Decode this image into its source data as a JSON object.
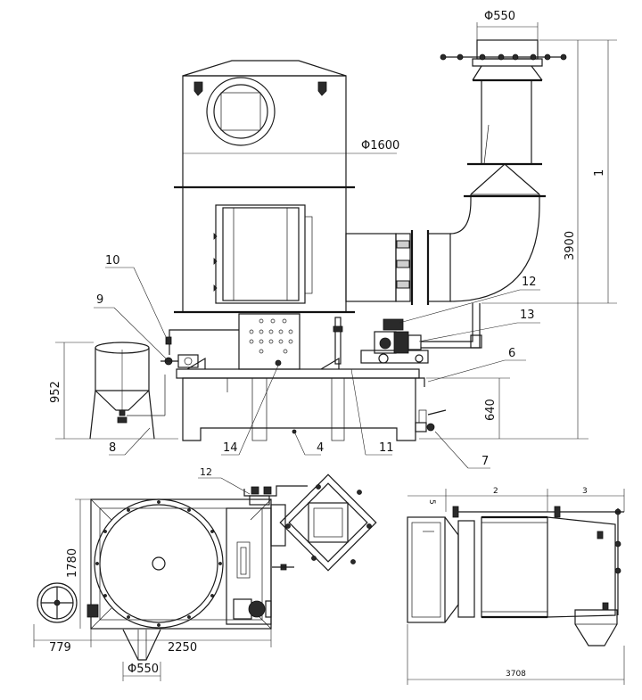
{
  "front_view": {
    "dims": {
      "duct_dia": "Φ550",
      "tower_dia": "Φ1600",
      "height_total": "3900",
      "height_tank": "640",
      "height_dosing": "952",
      "dim_1": "1"
    },
    "callouts": [
      "10",
      "9",
      "8",
      "14",
      "4",
      "11",
      "7",
      "6",
      "13",
      "12"
    ]
  },
  "plan_view": {
    "dims": {
      "length": "2250",
      "width": "1780",
      "offset": "779",
      "outlet_dia": "Φ550"
    },
    "callouts": [
      "12"
    ]
  },
  "side_view": {
    "dims": {
      "length_total": "3708",
      "seg_2": "2",
      "seg_3": "3",
      "label_5": "5"
    }
  }
}
